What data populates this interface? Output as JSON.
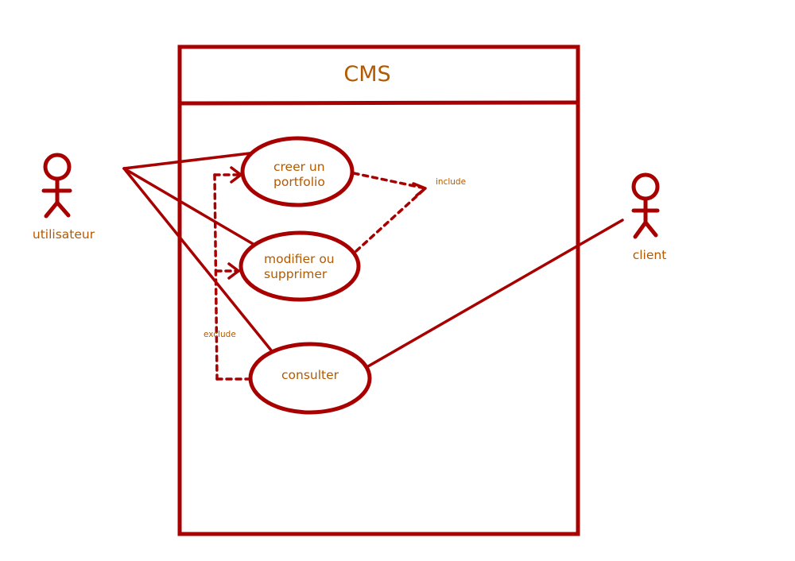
{
  "colors": {
    "stroke": "#a80000",
    "text": "#b35900",
    "background": "#ffffff"
  },
  "system": {
    "title": "CMS"
  },
  "actors": {
    "left": {
      "label": "utilisateur",
      "icon": "stick-figure-icon"
    },
    "right": {
      "label": "client",
      "icon": "stick-figure-icon"
    }
  },
  "use_cases": {
    "create": {
      "line1": "creer un",
      "line2": "portfolio"
    },
    "modify": {
      "line1": "modifier ou",
      "line2": "supprimer"
    },
    "consult": {
      "label": "consulter"
    }
  },
  "relations": {
    "include": "include",
    "exclude": "exclude"
  }
}
